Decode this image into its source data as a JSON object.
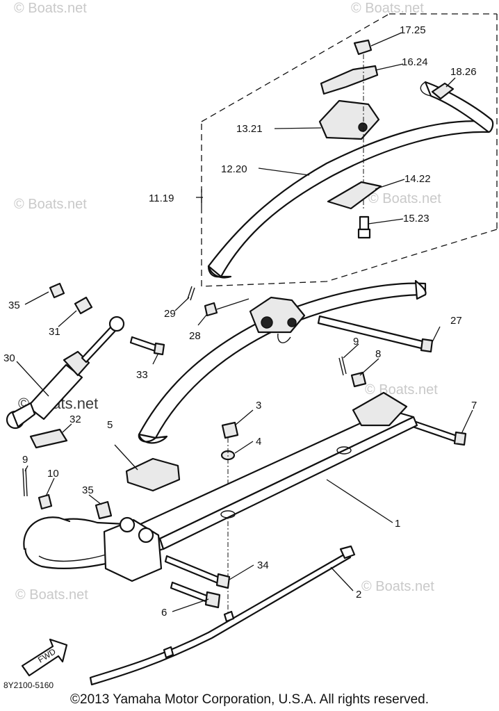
{
  "watermark_text": "© Boats.net",
  "diagram_code": "8Y2100-5160",
  "fwd_arrow_label": "FWD",
  "copyright": "©2013 Yamaha Motor Corporation, U.S.A. All rights reserved.",
  "callouts": {
    "p1": "1",
    "p2": "2",
    "p3": "3",
    "p4": "4",
    "p5": "5",
    "p6": "6",
    "p7": "7",
    "p8": "8",
    "p9a": "9",
    "p9b": "9",
    "p10": "10",
    "p11_19": "11.19",
    "p12_20": "12.20",
    "p13_21": "13.21",
    "p14_22": "14.22",
    "p15_23": "15.23",
    "p16_24": "16.24",
    "p17_25": "17.25",
    "p18_26": "18.26",
    "p27": "27",
    "p28": "28",
    "p29": "29",
    "p30": "30",
    "p31": "31",
    "p32": "32",
    "p33": "33",
    "p34": "34",
    "p35a": "35",
    "p35b": "35"
  }
}
